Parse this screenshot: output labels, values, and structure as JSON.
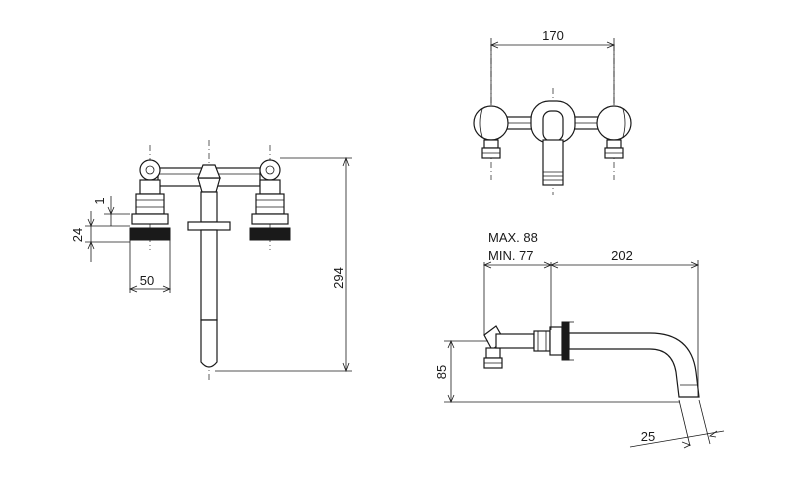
{
  "front_view": {
    "dims": {
      "height_total": "294",
      "spacing": "50",
      "nut_thickness": "24",
      "nut_step": "1"
    }
  },
  "top_view": {
    "dims": {
      "centers": "170"
    }
  },
  "side_view": {
    "dims": {
      "wall_max": "MAX. 88",
      "wall_min": "MIN.  77",
      "spout_reach": "202",
      "height": "85",
      "outlet": "25"
    }
  },
  "colors": {
    "line": "#1a1a1a",
    "background": "#ffffff"
  }
}
